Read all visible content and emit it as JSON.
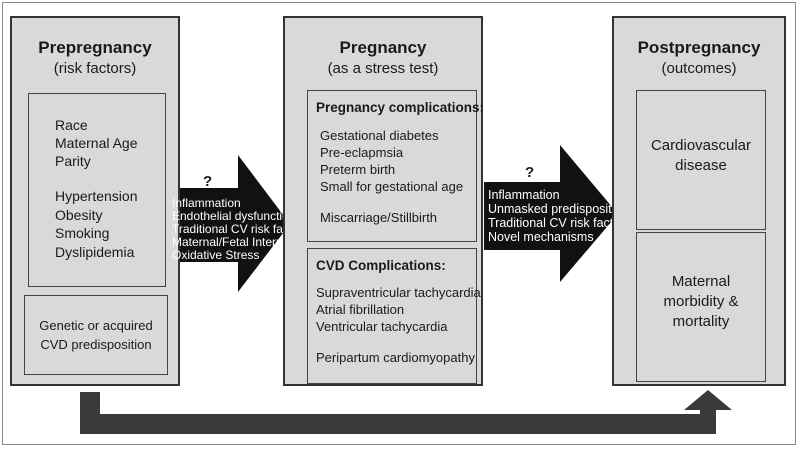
{
  "pre": {
    "title": "Prepregnancy",
    "subtitle": "(risk factors)",
    "factors": [
      "Race",
      "Maternal Age",
      "Parity",
      "Hypertension",
      "Obesity",
      "Smoking",
      "Dyslipidemia"
    ],
    "genetic_line1": "Genetic or acquired",
    "genetic_line2": "CVD predisposition"
  },
  "arrow1": {
    "question": "?",
    "items": [
      "Inflammation",
      "Endothelial dysfunction",
      "Traditional CV risk factors",
      "Maternal/Fetal Interplay",
      "Oxidative Stress"
    ]
  },
  "preg": {
    "title": "Pregnancy",
    "subtitle": "(as a stress test)",
    "comp_header": "Pregnancy complications:",
    "comp_items": [
      "Gestational diabetes",
      "Pre-eclapmsia",
      "Preterm birth",
      "Small for gestational age"
    ],
    "comp_extra": "Miscarriage/Stillbirth",
    "cvd_header": "CVD Complications:",
    "cvd_items": [
      "Supraventricular tachycardia",
      "Atrial fibrillation",
      "Ventricular tachycardia"
    ],
    "cvd_extra": "Peripartum cardiomyopathy"
  },
  "arrow2": {
    "question": "?",
    "items": [
      "Inflammation",
      "Unmasked predisposition",
      "Traditional CV risk factors",
      "Novel mechanisms"
    ]
  },
  "post": {
    "title": "Postpregnancy",
    "subtitle": "(outcomes)",
    "out1_line1": "Cardiovascular",
    "out1_line2": "disease",
    "out2_line1": "Maternal",
    "out2_line2": "morbidity &",
    "out2_line3": "mortality"
  },
  "colors": {
    "panel": "#d9d9d9",
    "arrow": "#111111",
    "bottom_arrow": "#3a3a3a"
  }
}
